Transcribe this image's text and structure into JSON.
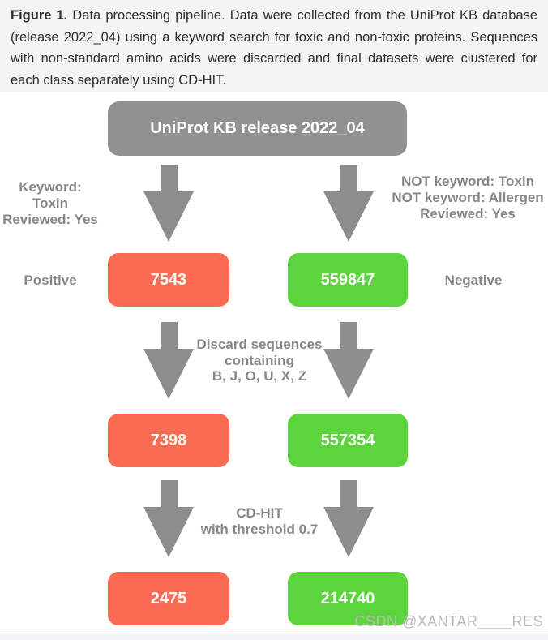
{
  "caption": {
    "label": "Figure 1.",
    "body": "Data processing pipeline. Data were collected from the UniProt KB database (release 2022_04) using a keyword search for toxic and non-toxic proteins. Sequences with non-standard amino acids were discarded and final datasets were clustered for each class separately using CD-HIT."
  },
  "pipeline": {
    "source": "UniProt KB release 2022_04",
    "left_filter_lines": [
      "Keyword: Toxin",
      "Reviewed: Yes"
    ],
    "right_filter_lines": [
      "NOT keyword: Toxin",
      "NOT keyword: Allergen",
      "Reviewed: Yes"
    ],
    "left_class_label": "Positive",
    "right_class_label": "Negative",
    "step1_lines": [
      "Discard sequences",
      "containing",
      "B, J, O, U, X, Z"
    ],
    "step2_lines": [
      "CD-HIT",
      "with threshold 0.7"
    ],
    "positive_counts": [
      "7543",
      "7398",
      "2475"
    ],
    "negative_counts": [
      "559847",
      "557354",
      "214740"
    ]
  },
  "colors": {
    "positive": "#f96b52",
    "negative": "#5cd43b",
    "source_box": "#919191",
    "arrow": "#8d8d8d",
    "label_text": "#878787",
    "caption_bg": "#f4f4f4",
    "watermark": "#b9b9be"
  },
  "watermark": "CSDN @XANTAR____RES"
}
